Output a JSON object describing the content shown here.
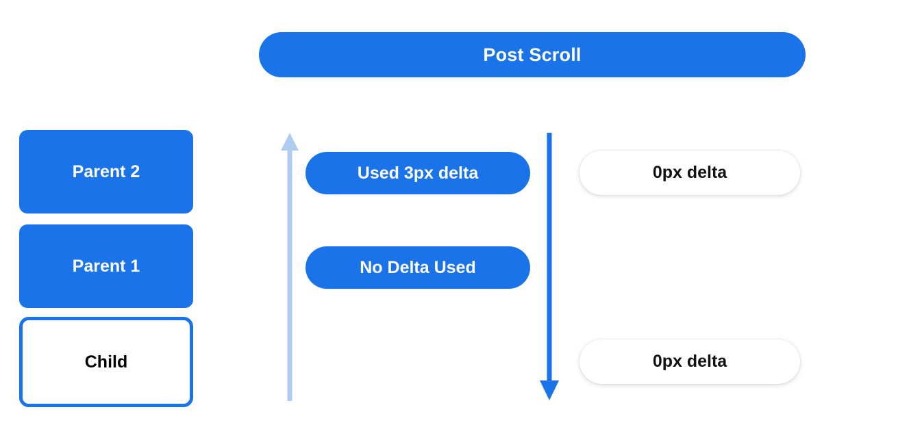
{
  "diagram": {
    "title": "Post Scroll",
    "colors": {
      "blue": "#1a73e8",
      "light_blue": "#aecbf2",
      "white": "#ffffff",
      "black": "#000000"
    },
    "banner": {
      "label": "Post Scroll"
    },
    "stack": {
      "name": "scroll-chain",
      "boxes": [
        {
          "label": "Parent 2",
          "style": "filled"
        },
        {
          "label": "Parent 1",
          "style": "filled"
        },
        {
          "label": "Child",
          "style": "outlined"
        }
      ]
    },
    "arrows": [
      {
        "name": "bubble-up-arrow",
        "direction": "up",
        "color": "#aecbf2"
      },
      {
        "name": "scroll-down-arrow",
        "direction": "down",
        "color": "#1a73e8"
      }
    ],
    "middle_pills": [
      {
        "label": "Used 3px delta"
      },
      {
        "label": "No Delta Used"
      }
    ],
    "right_pills": [
      {
        "label": "0px delta"
      },
      {
        "label": "0px delta"
      }
    ]
  }
}
